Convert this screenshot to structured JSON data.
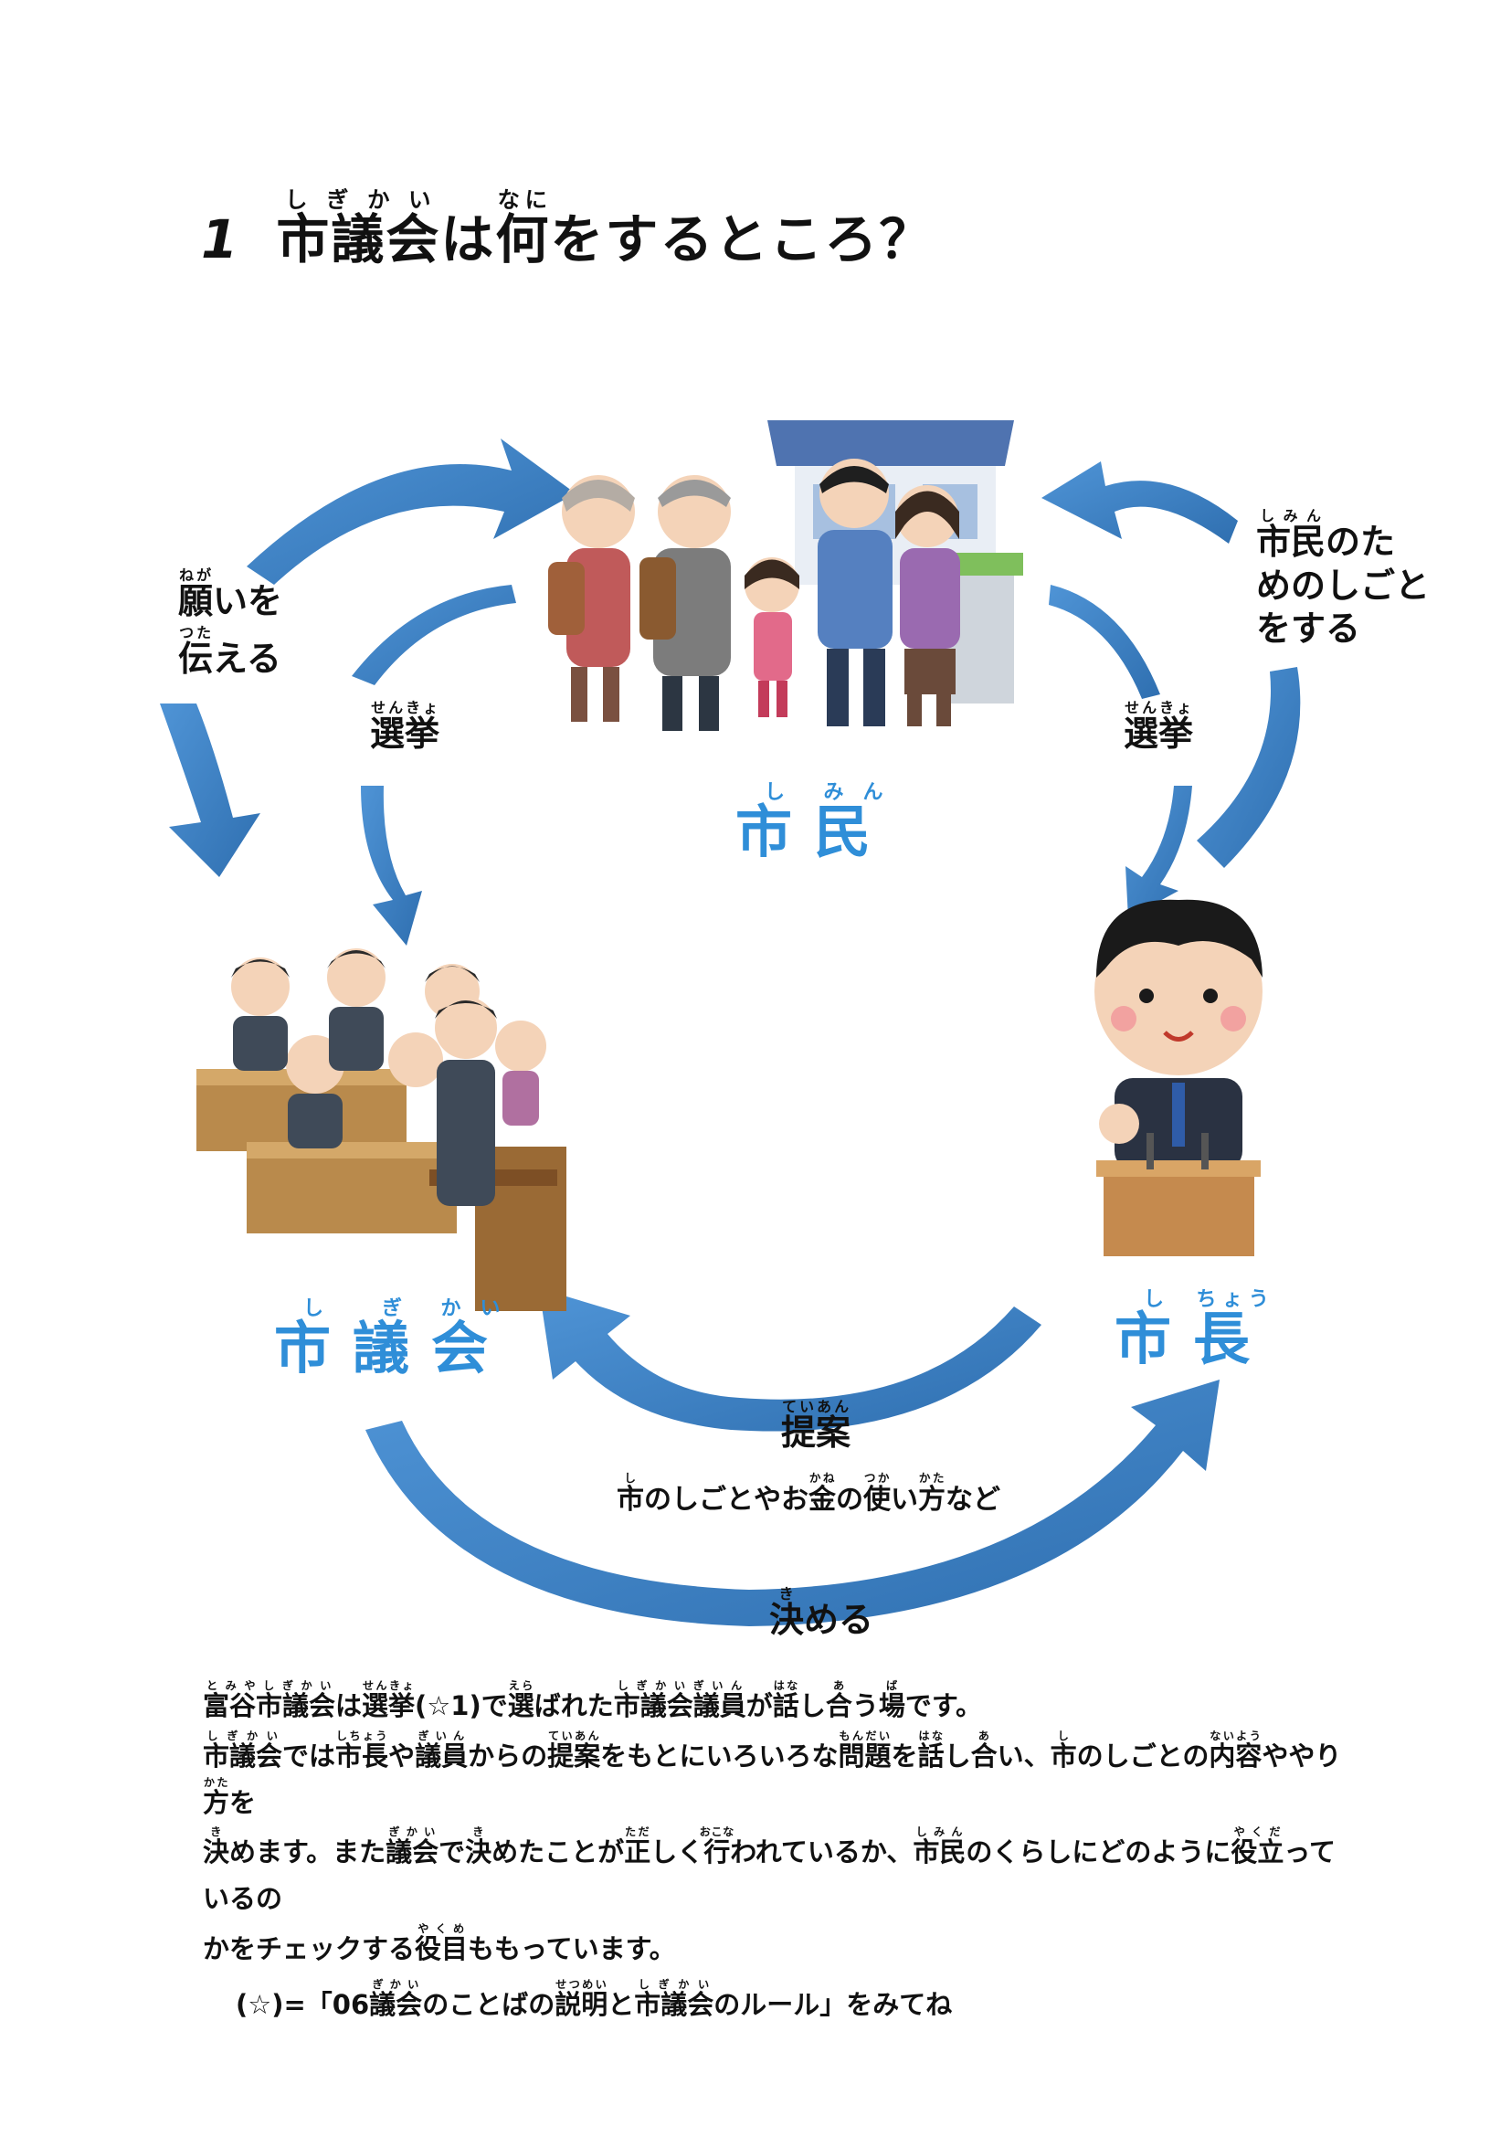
{
  "title": {
    "number": "1",
    "parts": [
      {
        "base": "市議会",
        "ruby": "しぎかい"
      },
      {
        "base": "は",
        "ruby": ""
      },
      {
        "base": "何",
        "ruby": "なに"
      },
      {
        "base": "をするところ？",
        "ruby": ""
      }
    ]
  },
  "nodes": {
    "citizens": {
      "parts": [
        {
          "base": "市",
          "ruby": "し"
        },
        {
          "base": "民",
          "ruby": "みん"
        }
      ]
    },
    "council": {
      "parts": [
        {
          "base": "市",
          "ruby": "し"
        },
        {
          "base": "議",
          "ruby": "ぎ"
        },
        {
          "base": "会",
          "ruby": "かい"
        }
      ]
    },
    "mayor": {
      "parts": [
        {
          "base": "市",
          "ruby": "し"
        },
        {
          "base": "長",
          "ruby": "ちょう"
        }
      ]
    }
  },
  "arrow_labels": {
    "wish": [
      [
        {
          "base": "願",
          "ruby": "ねが"
        },
        {
          "base": "いを",
          "ruby": ""
        }
      ],
      [
        {
          "base": "伝",
          "ruby": "つた"
        },
        {
          "base": "える",
          "ruby": ""
        }
      ]
    ],
    "election_left": [
      {
        "base": "選挙",
        "ruby": "せんきょ"
      }
    ],
    "election_right": [
      {
        "base": "選挙",
        "ruby": "せんきょ"
      }
    ],
    "work_for_citizens": [
      [
        {
          "base": "市民",
          "ruby": "しみん"
        },
        {
          "base": "のた",
          "ruby": ""
        }
      ],
      [
        {
          "base": "めのしごと",
          "ruby": ""
        }
      ],
      [
        {
          "base": "をする",
          "ruby": ""
        }
      ]
    ],
    "proposal": [
      {
        "base": "提案",
        "ruby": "ていあん"
      }
    ],
    "proposal_detail": [
      {
        "base": "市",
        "ruby": "し"
      },
      {
        "base": "のしごとやお",
        "ruby": ""
      },
      {
        "base": "金",
        "ruby": "かね"
      },
      {
        "base": "の",
        "ruby": ""
      },
      {
        "base": "使",
        "ruby": "つか"
      },
      {
        "base": "い",
        "ruby": ""
      },
      {
        "base": "方",
        "ruby": "かた"
      },
      {
        "base": "など",
        "ruby": ""
      }
    ],
    "decide": [
      {
        "base": "決",
        "ruby": "き"
      },
      {
        "base": "める",
        "ruby": ""
      }
    ]
  },
  "paragraph": [
    [
      {
        "base": "富谷市議会",
        "ruby": "とみやしぎかい"
      },
      {
        "base": "は",
        "ruby": ""
      },
      {
        "base": "選挙",
        "ruby": "せんきょ"
      },
      {
        "base": "(☆1)で",
        "ruby": ""
      },
      {
        "base": "選",
        "ruby": "えら"
      },
      {
        "base": "ばれた",
        "ruby": ""
      },
      {
        "base": "市議会議員",
        "ruby": "しぎかいぎいん"
      },
      {
        "base": "が",
        "ruby": ""
      },
      {
        "base": "話",
        "ruby": "はな"
      },
      {
        "base": "し",
        "ruby": ""
      },
      {
        "base": "合",
        "ruby": "あ"
      },
      {
        "base": "う",
        "ruby": ""
      },
      {
        "base": "場",
        "ruby": "ば"
      },
      {
        "base": "です。",
        "ruby": ""
      }
    ],
    [
      {
        "base": "市議会",
        "ruby": "しぎかい"
      },
      {
        "base": "では",
        "ruby": ""
      },
      {
        "base": "市長",
        "ruby": "しちょう"
      },
      {
        "base": "や",
        "ruby": ""
      },
      {
        "base": "議員",
        "ruby": "ぎいん"
      },
      {
        "base": "からの",
        "ruby": ""
      },
      {
        "base": "提案",
        "ruby": "ていあん"
      },
      {
        "base": "をもとにいろいろな",
        "ruby": ""
      },
      {
        "base": "問題",
        "ruby": "もんだい"
      },
      {
        "base": "を",
        "ruby": ""
      },
      {
        "base": "話",
        "ruby": "はな"
      },
      {
        "base": "し",
        "ruby": ""
      },
      {
        "base": "合",
        "ruby": "あ"
      },
      {
        "base": "い、",
        "ruby": ""
      },
      {
        "base": "市",
        "ruby": "し"
      },
      {
        "base": "のしごとの",
        "ruby": ""
      },
      {
        "base": "内容",
        "ruby": "ないよう"
      },
      {
        "base": "ややり",
        "ruby": ""
      },
      {
        "base": "方",
        "ruby": "かた"
      },
      {
        "base": "を",
        "ruby": ""
      }
    ],
    [
      {
        "base": "決",
        "ruby": "き"
      },
      {
        "base": "めます。また",
        "ruby": ""
      },
      {
        "base": "議会",
        "ruby": "ぎかい"
      },
      {
        "base": "で",
        "ruby": ""
      },
      {
        "base": "決",
        "ruby": "き"
      },
      {
        "base": "めたことが",
        "ruby": ""
      },
      {
        "base": "正",
        "ruby": "ただ"
      },
      {
        "base": "しく",
        "ruby": ""
      },
      {
        "base": "行",
        "ruby": "おこな"
      },
      {
        "base": "われているか、",
        "ruby": ""
      },
      {
        "base": "市民",
        "ruby": "しみん"
      },
      {
        "base": "のくらしにどのように",
        "ruby": ""
      },
      {
        "base": "役立",
        "ruby": "やくだ"
      },
      {
        "base": "っているの",
        "ruby": ""
      }
    ],
    [
      {
        "base": "かをチェックする",
        "ruby": ""
      },
      {
        "base": "役目",
        "ruby": "やくめ"
      },
      {
        "base": "ももっています。",
        "ruby": ""
      }
    ]
  ],
  "note": [
    {
      "base": "(☆)=「06",
      "ruby": ""
    },
    {
      "base": "議会",
      "ruby": "ぎかい"
    },
    {
      "base": "のことばの",
      "ruby": ""
    },
    {
      "base": "説明",
      "ruby": "せつめい"
    },
    {
      "base": "と",
      "ruby": ""
    },
    {
      "base": "市議会",
      "ruby": "しぎかい"
    },
    {
      "base": "のルール」をみてね",
      "ruby": ""
    }
  ],
  "colors": {
    "arrow": "#3f86cc",
    "label_blue": "#2f8ed8",
    "text": "#111111"
  }
}
